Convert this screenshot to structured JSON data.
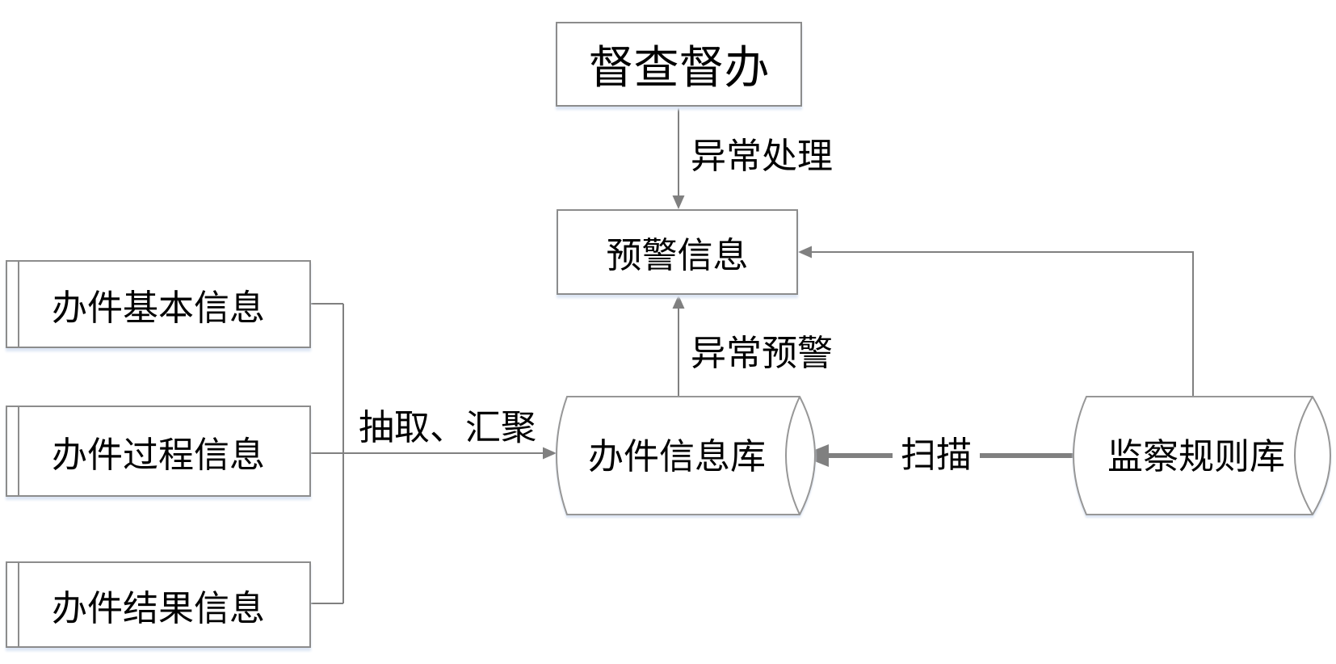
{
  "diagram": {
    "type": "flowchart",
    "background_color": "#ffffff",
    "line_color": "#808080",
    "border_color": "#8c8c8c",
    "text_color": "#000000",
    "shadow_color": "#dde6f4",
    "nodes": {
      "supervision": {
        "label": "督查督办",
        "shape": "rectangle"
      },
      "warning": {
        "label": "预警信息",
        "shape": "rectangle"
      },
      "basic_info": {
        "label": "办件基本信息",
        "shape": "rectangle-striped"
      },
      "process_info": {
        "label": "办件过程信息",
        "shape": "rectangle-striped"
      },
      "result_info": {
        "label": "办件结果信息",
        "shape": "rectangle-striped"
      },
      "case_db": {
        "label": "办件信息库",
        "shape": "cylinder"
      },
      "rule_db": {
        "label": "监察规则库",
        "shape": "cylinder"
      }
    },
    "edges": {
      "exception_handling": {
        "label": "异常处理",
        "from": "督查督办",
        "to": "预警信息"
      },
      "exception_warning": {
        "label": "异常预警",
        "from": "办件信息库",
        "to": "预警信息"
      },
      "extract_aggregate": {
        "label": "抽取、汇聚",
        "from": "办件基本信息/办件过程信息/办件结果信息",
        "to": "办件信息库"
      },
      "scan": {
        "label": "扫描",
        "from": "监察规则库",
        "to": "办件信息库"
      },
      "rule_to_warning": {
        "label": "",
        "from": "监察规则库",
        "to": "预警信息"
      }
    }
  }
}
